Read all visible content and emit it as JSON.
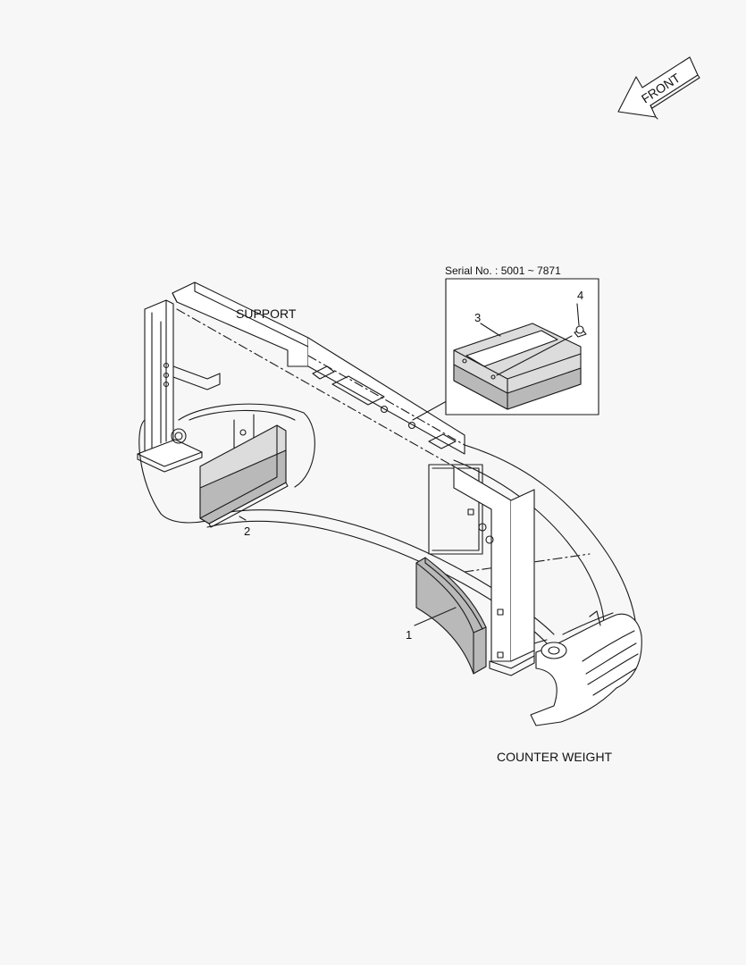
{
  "labels": {
    "support": "SUPPORT",
    "counter_weight": "COUNTER WEIGHT",
    "front": "FRONT",
    "serial": "Serial No. : 5001 ~ 7871"
  },
  "callouts": {
    "part_1": "1",
    "part_2": "2",
    "part_3": "3",
    "part_4": "4"
  },
  "colors": {
    "background": "#f7f7f7",
    "line": "#1a1a1a",
    "part_fill_dark": "#b9b9b9",
    "part_fill_light": "#dcdcdc",
    "outline_fill": "#ffffff"
  },
  "icons": {
    "front_arrow": "front-arrow-icon"
  }
}
